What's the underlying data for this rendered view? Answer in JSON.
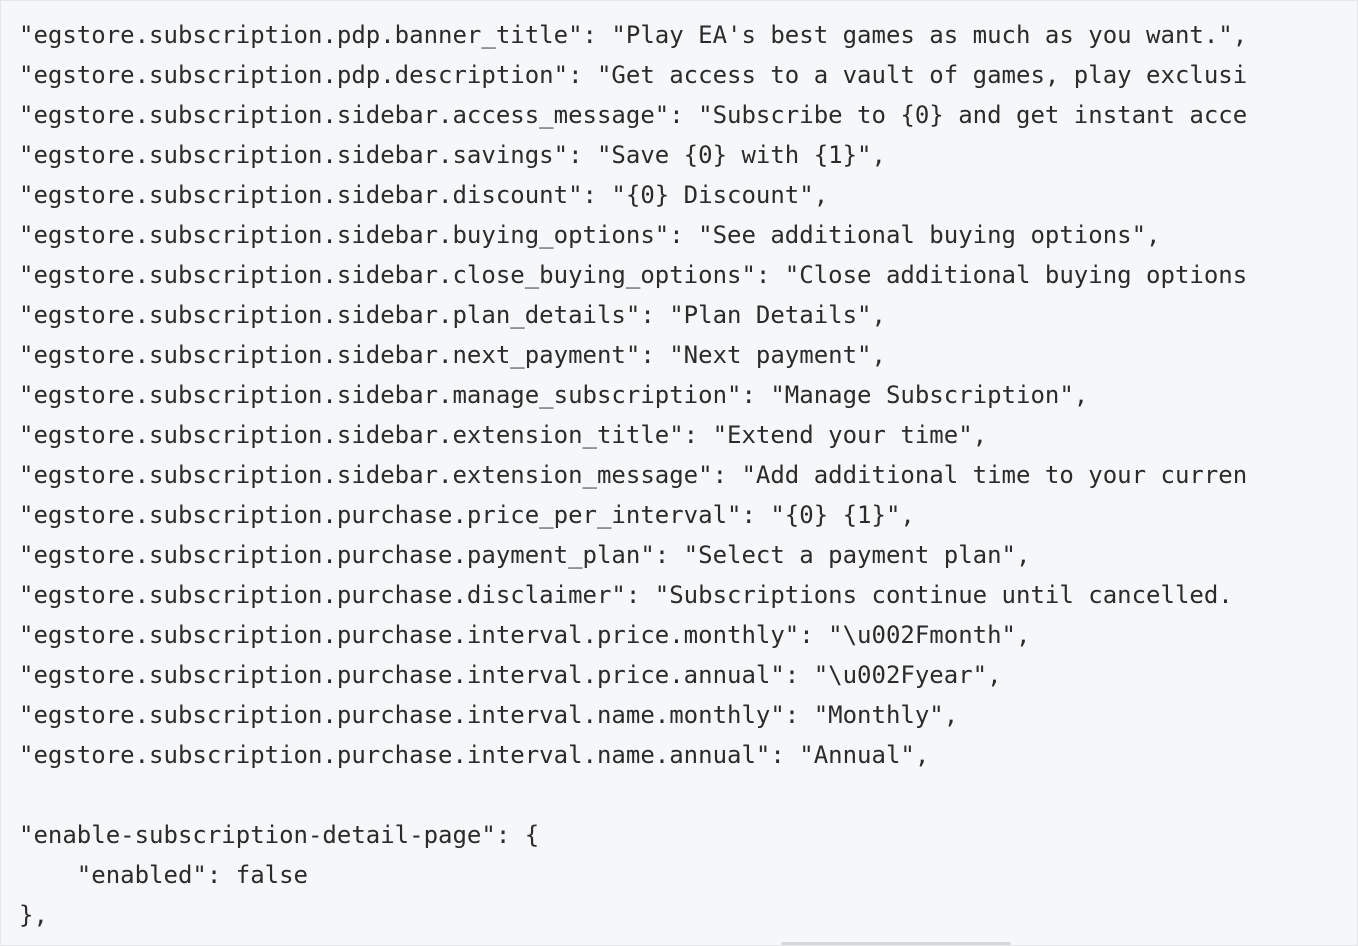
{
  "code": {
    "lines": [
      "\"egstore.subscription.pdp.banner_title\": \"Play EA's best games as much as you want.\",",
      "\"egstore.subscription.pdp.description\": \"Get access to a vault of games, play exclusi",
      "\"egstore.subscription.sidebar.access_message\": \"Subscribe to {0} and get instant acce",
      "\"egstore.subscription.sidebar.savings\": \"Save {0} with {1}\",",
      "\"egstore.subscription.sidebar.discount\": \"{0} Discount\",",
      "\"egstore.subscription.sidebar.buying_options\": \"See additional buying options\",",
      "\"egstore.subscription.sidebar.close_buying_options\": \"Close additional buying options",
      "\"egstore.subscription.sidebar.plan_details\": \"Plan Details\",",
      "\"egstore.subscription.sidebar.next_payment\": \"Next payment\",",
      "\"egstore.subscription.sidebar.manage_subscription\": \"Manage Subscription\",",
      "\"egstore.subscription.sidebar.extension_title\": \"Extend your time\",",
      "\"egstore.subscription.sidebar.extension_message\": \"Add additional time to your curren",
      "\"egstore.subscription.purchase.price_per_interval\": \"{0} {1}\",",
      "\"egstore.subscription.purchase.payment_plan\": \"Select a payment plan\",",
      "\"egstore.subscription.purchase.disclaimer\": \"Subscriptions continue until cancelled.",
      "\"egstore.subscription.purchase.interval.price.monthly\": \"\\u002Fmonth\",",
      "\"egstore.subscription.purchase.interval.price.annual\": \"\\u002Fyear\",",
      "\"egstore.subscription.purchase.interval.name.monthly\": \"Monthly\",",
      "\"egstore.subscription.purchase.interval.name.annual\": \"Annual\",",
      "",
      "\"enable-subscription-detail-page\": {",
      "    \"enabled\": false",
      "},"
    ]
  }
}
